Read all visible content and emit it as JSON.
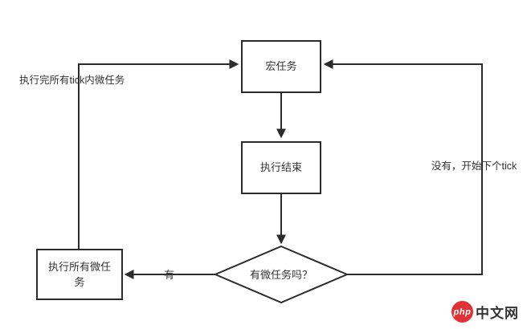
{
  "diagram": {
    "nodes": {
      "macro_task": "宏任务",
      "execution_end": "执行结束",
      "has_microtask": "有微任务吗？",
      "run_all_microtasks": "执行所有微任务"
    },
    "labels": {
      "after_all_microtasks": "执行完所有tick内微任务",
      "no_next_tick": "没有，开始下个tick",
      "yes": "有"
    }
  },
  "logo": {
    "badge": "php",
    "text": "中文网"
  },
  "colors": {
    "line": "#2b2b2b",
    "text": "#333333",
    "logo_red": "#e03236",
    "background": "#ffffff"
  }
}
